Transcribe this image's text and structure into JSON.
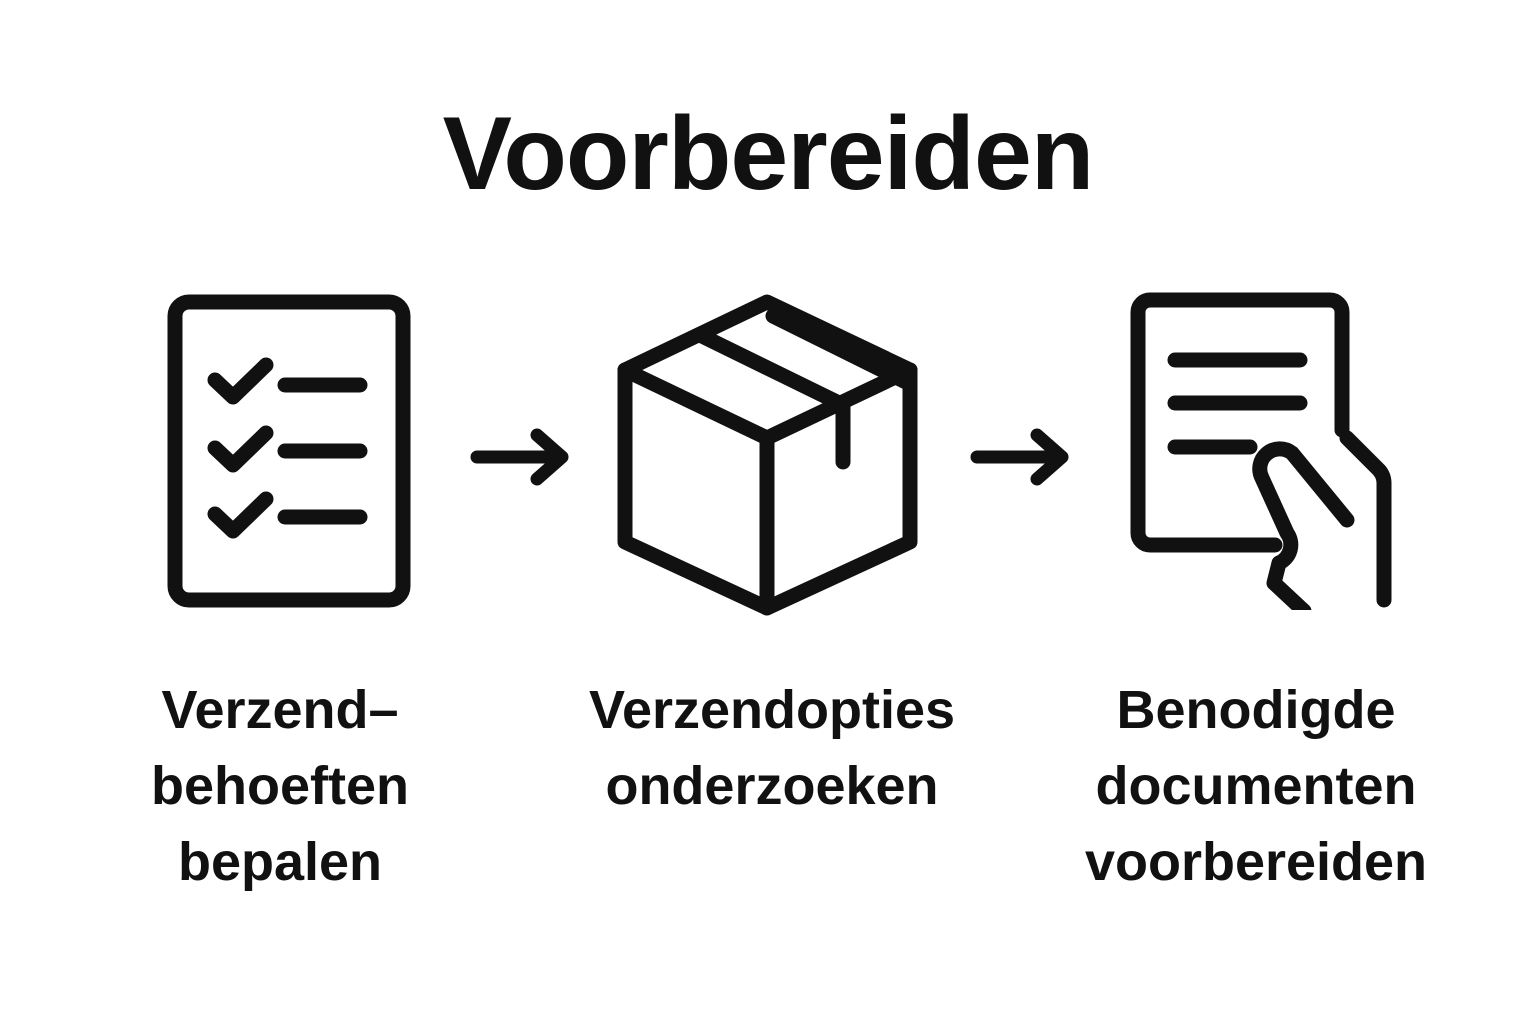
{
  "title": "Voorbereiden",
  "steps": [
    {
      "icon": "checklist-icon",
      "lines": [
        "Verzend–",
        "behoeften",
        "bepalen"
      ]
    },
    {
      "icon": "box-icon",
      "lines": [
        "Verzendopties",
        "onderzoeken"
      ]
    },
    {
      "icon": "document-hand-icon",
      "lines": [
        "Benodigde",
        "documenten",
        "voorbereiden"
      ]
    }
  ]
}
